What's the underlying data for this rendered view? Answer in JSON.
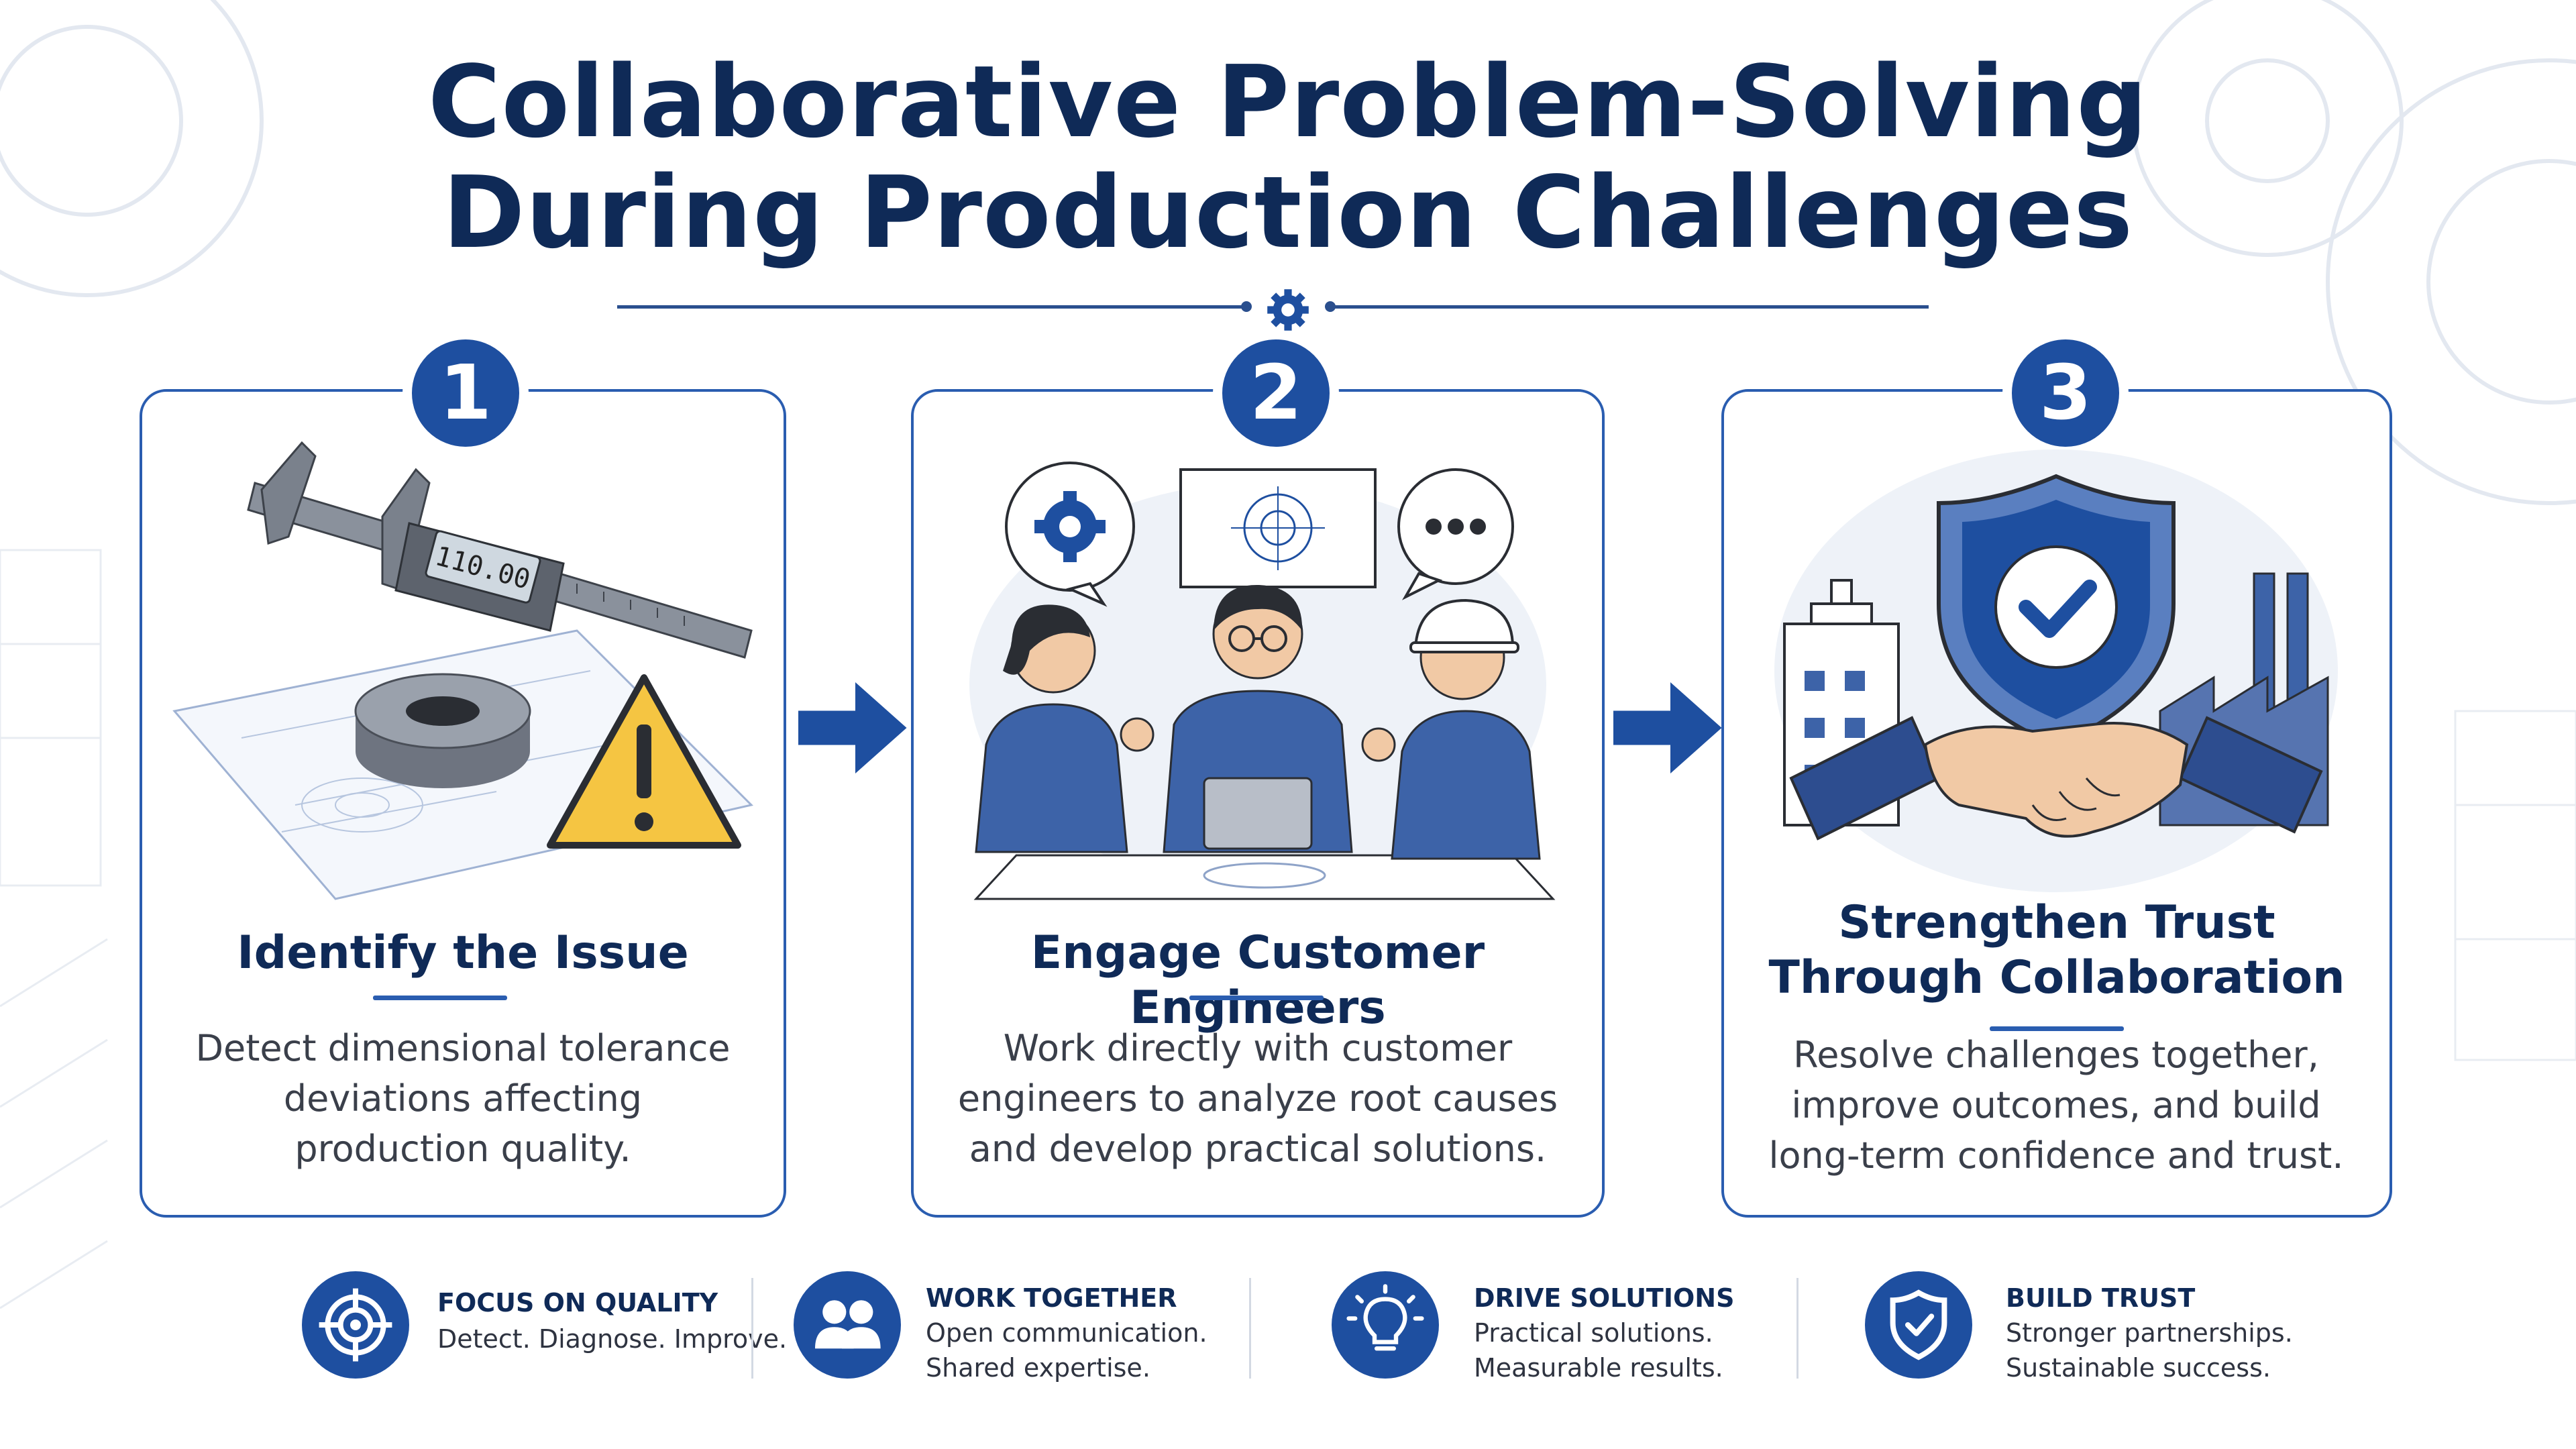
{
  "title": {
    "line1": "Collaborative Problem-Solving",
    "line2": "During Production Challenges"
  },
  "steps": [
    {
      "number": "1",
      "title": "Identify the Issue",
      "description_lines": [
        "Detect dimensional tolerance",
        "deviations affecting",
        "production quality."
      ],
      "caliper_reading": "110.00"
    },
    {
      "number": "2",
      "title": "Engage Customer Engineers",
      "description_lines": [
        "Work directly with customer",
        "engineers to analyze root causes",
        "and develop practical solutions."
      ]
    },
    {
      "number": "3",
      "title_lines": [
        "Strengthen Trust",
        "Through Collaboration"
      ],
      "description_lines": [
        "Resolve challenges together,",
        "improve outcomes, and build",
        "long-term confidence and trust."
      ]
    }
  ],
  "features": [
    {
      "icon": "target-icon",
      "heading": "FOCUS ON QUALITY",
      "lines": [
        "Detect. Diagnose. Improve."
      ]
    },
    {
      "icon": "people-icon",
      "heading": "WORK TOGETHER",
      "lines": [
        "Open communication.",
        "Shared expertise."
      ]
    },
    {
      "icon": "lightbulb-icon",
      "heading": "DRIVE SOLUTIONS",
      "lines": [
        "Practical solutions.",
        "Measurable results."
      ]
    },
    {
      "icon": "shield-icon",
      "heading": "BUILD TRUST",
      "lines": [
        "Stronger partnerships.",
        "Sustainable success."
      ]
    }
  ],
  "colors": {
    "navy": "#0f2a57",
    "primary_blue": "#1e4fa0",
    "border_blue": "#2a5db0",
    "warning_yellow": "#f5c542"
  }
}
